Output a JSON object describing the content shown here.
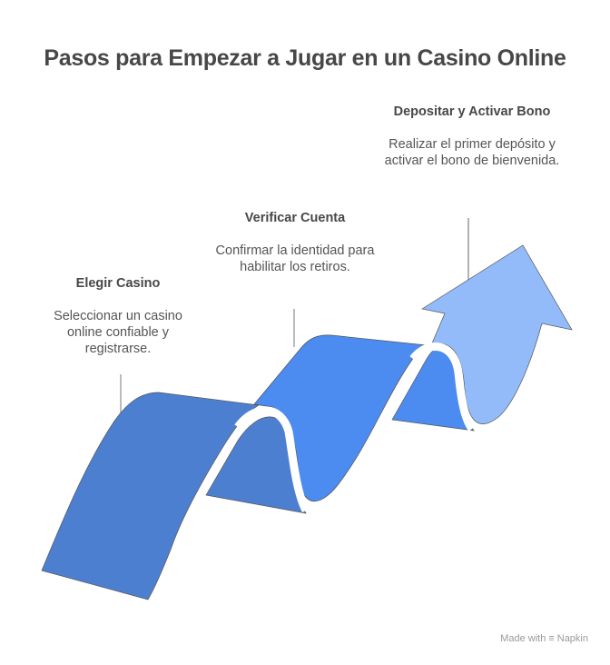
{
  "title": "Pasos para Empezar a Jugar en un Casino Online",
  "steps": [
    {
      "heading": "Elegir Casino",
      "description": "Seleccionar un casino online confiable y registrarse.",
      "color": "#4d7fd1"
    },
    {
      "heading": "Verificar Cuenta",
      "description": "Confirmar la identidad para habilitar los retiros.",
      "color": "#4c8bf0"
    },
    {
      "heading": "Depositar y Activar Bono",
      "description": "Realizar el primer depósito y activar el bono de bienvenida.",
      "color": "#93bbfa"
    }
  ],
  "footer": {
    "made_with": "Made with",
    "brand": "Napkin",
    "logo_icon": "napkin-logo-icon"
  },
  "colors": {
    "title": "#474747",
    "stroke": "#555555",
    "leader_line": "#777777"
  }
}
